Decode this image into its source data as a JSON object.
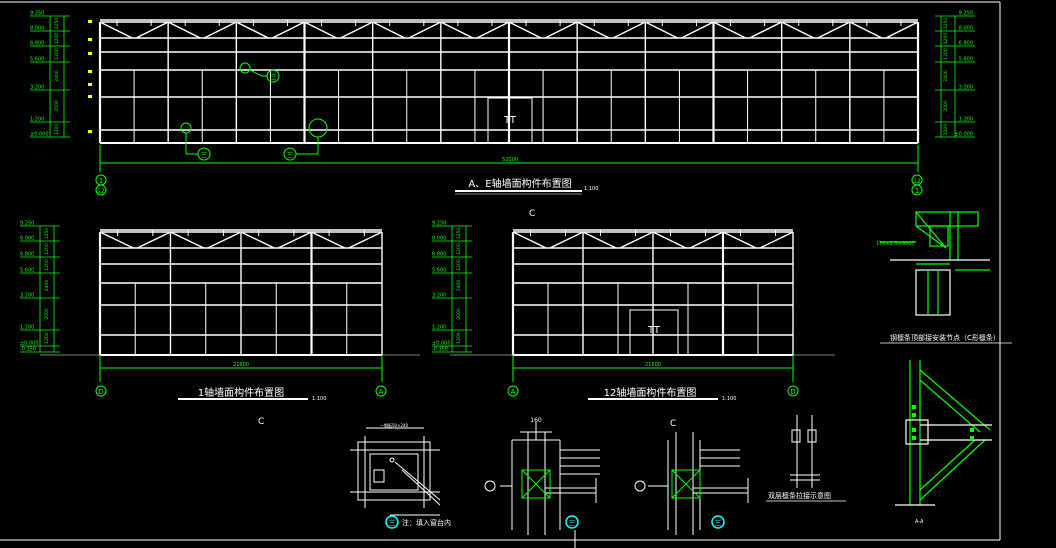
{
  "colors": {
    "background": "#000000",
    "line": "#ffffff",
    "dimension": "#00ff00",
    "accent": "#00ffff",
    "marker": "#ffff00"
  },
  "elevation_ae": {
    "title": "A、E轴墙面构件布置图",
    "scale": "1:100",
    "total_dim": "52000",
    "door_label": "TT",
    "left_axis_top": "1",
    "left_axis_bottom": "12",
    "right_axis_top": "12",
    "right_axis_bottom": "1",
    "left_elevations": [
      "9.250",
      "8.000",
      "6.800",
      "5.600",
      "3.200",
      "1.200",
      "±0.000"
    ],
    "left_segments": [
      "1250",
      "1200",
      "1200",
      "2400",
      "2000",
      "1200"
    ],
    "right_elevations": [
      "9.250",
      "8.000",
      "6.800",
      "5.600",
      "3.200",
      "1.200",
      "±0.000"
    ],
    "right_segments": [
      "1250",
      "1200",
      "1200",
      "2400",
      "2000",
      "1200"
    ],
    "detail_tags": [
      "三",
      "三",
      "三"
    ]
  },
  "elevation_1": {
    "title": "1轴墙面构件布置图",
    "scale": "1:100",
    "total_dim": "21600",
    "axis_left": "D",
    "axis_right": "A",
    "elevations": [
      "9.250",
      "8.000",
      "6.800",
      "5.600",
      "3.200",
      "1.200",
      "±0.000",
      "-0.150"
    ],
    "segments": [
      "1250",
      "1200",
      "1200",
      "2400",
      "2000",
      "1200"
    ]
  },
  "elevation_12": {
    "title": "12轴墙面构件布置图",
    "scale": "1:100",
    "total_dim": "21600",
    "axis_left": "A",
    "axis_right": "D",
    "door_label": "TT",
    "elevations": [
      "9.250",
      "8.000",
      "6.800",
      "5.600",
      "3.200",
      "1.200",
      "±0.000",
      "-0.150"
    ],
    "segments": [
      "1250",
      "1200",
      "1200",
      "2400",
      "2000",
      "1200"
    ]
  },
  "details": {
    "note_1": "注：填入窗台内",
    "note_2": "双层檩条拉接示意图",
    "note_3": "钢檩条顶部接安装节点（C形檩条）",
    "dim_160": "160",
    "tag_1": "三",
    "tag_2": "三",
    "tag_3": "三",
    "label_c1": "C",
    "label_c2": "C",
    "label_c3": "C",
    "label_aa": "A-A"
  }
}
